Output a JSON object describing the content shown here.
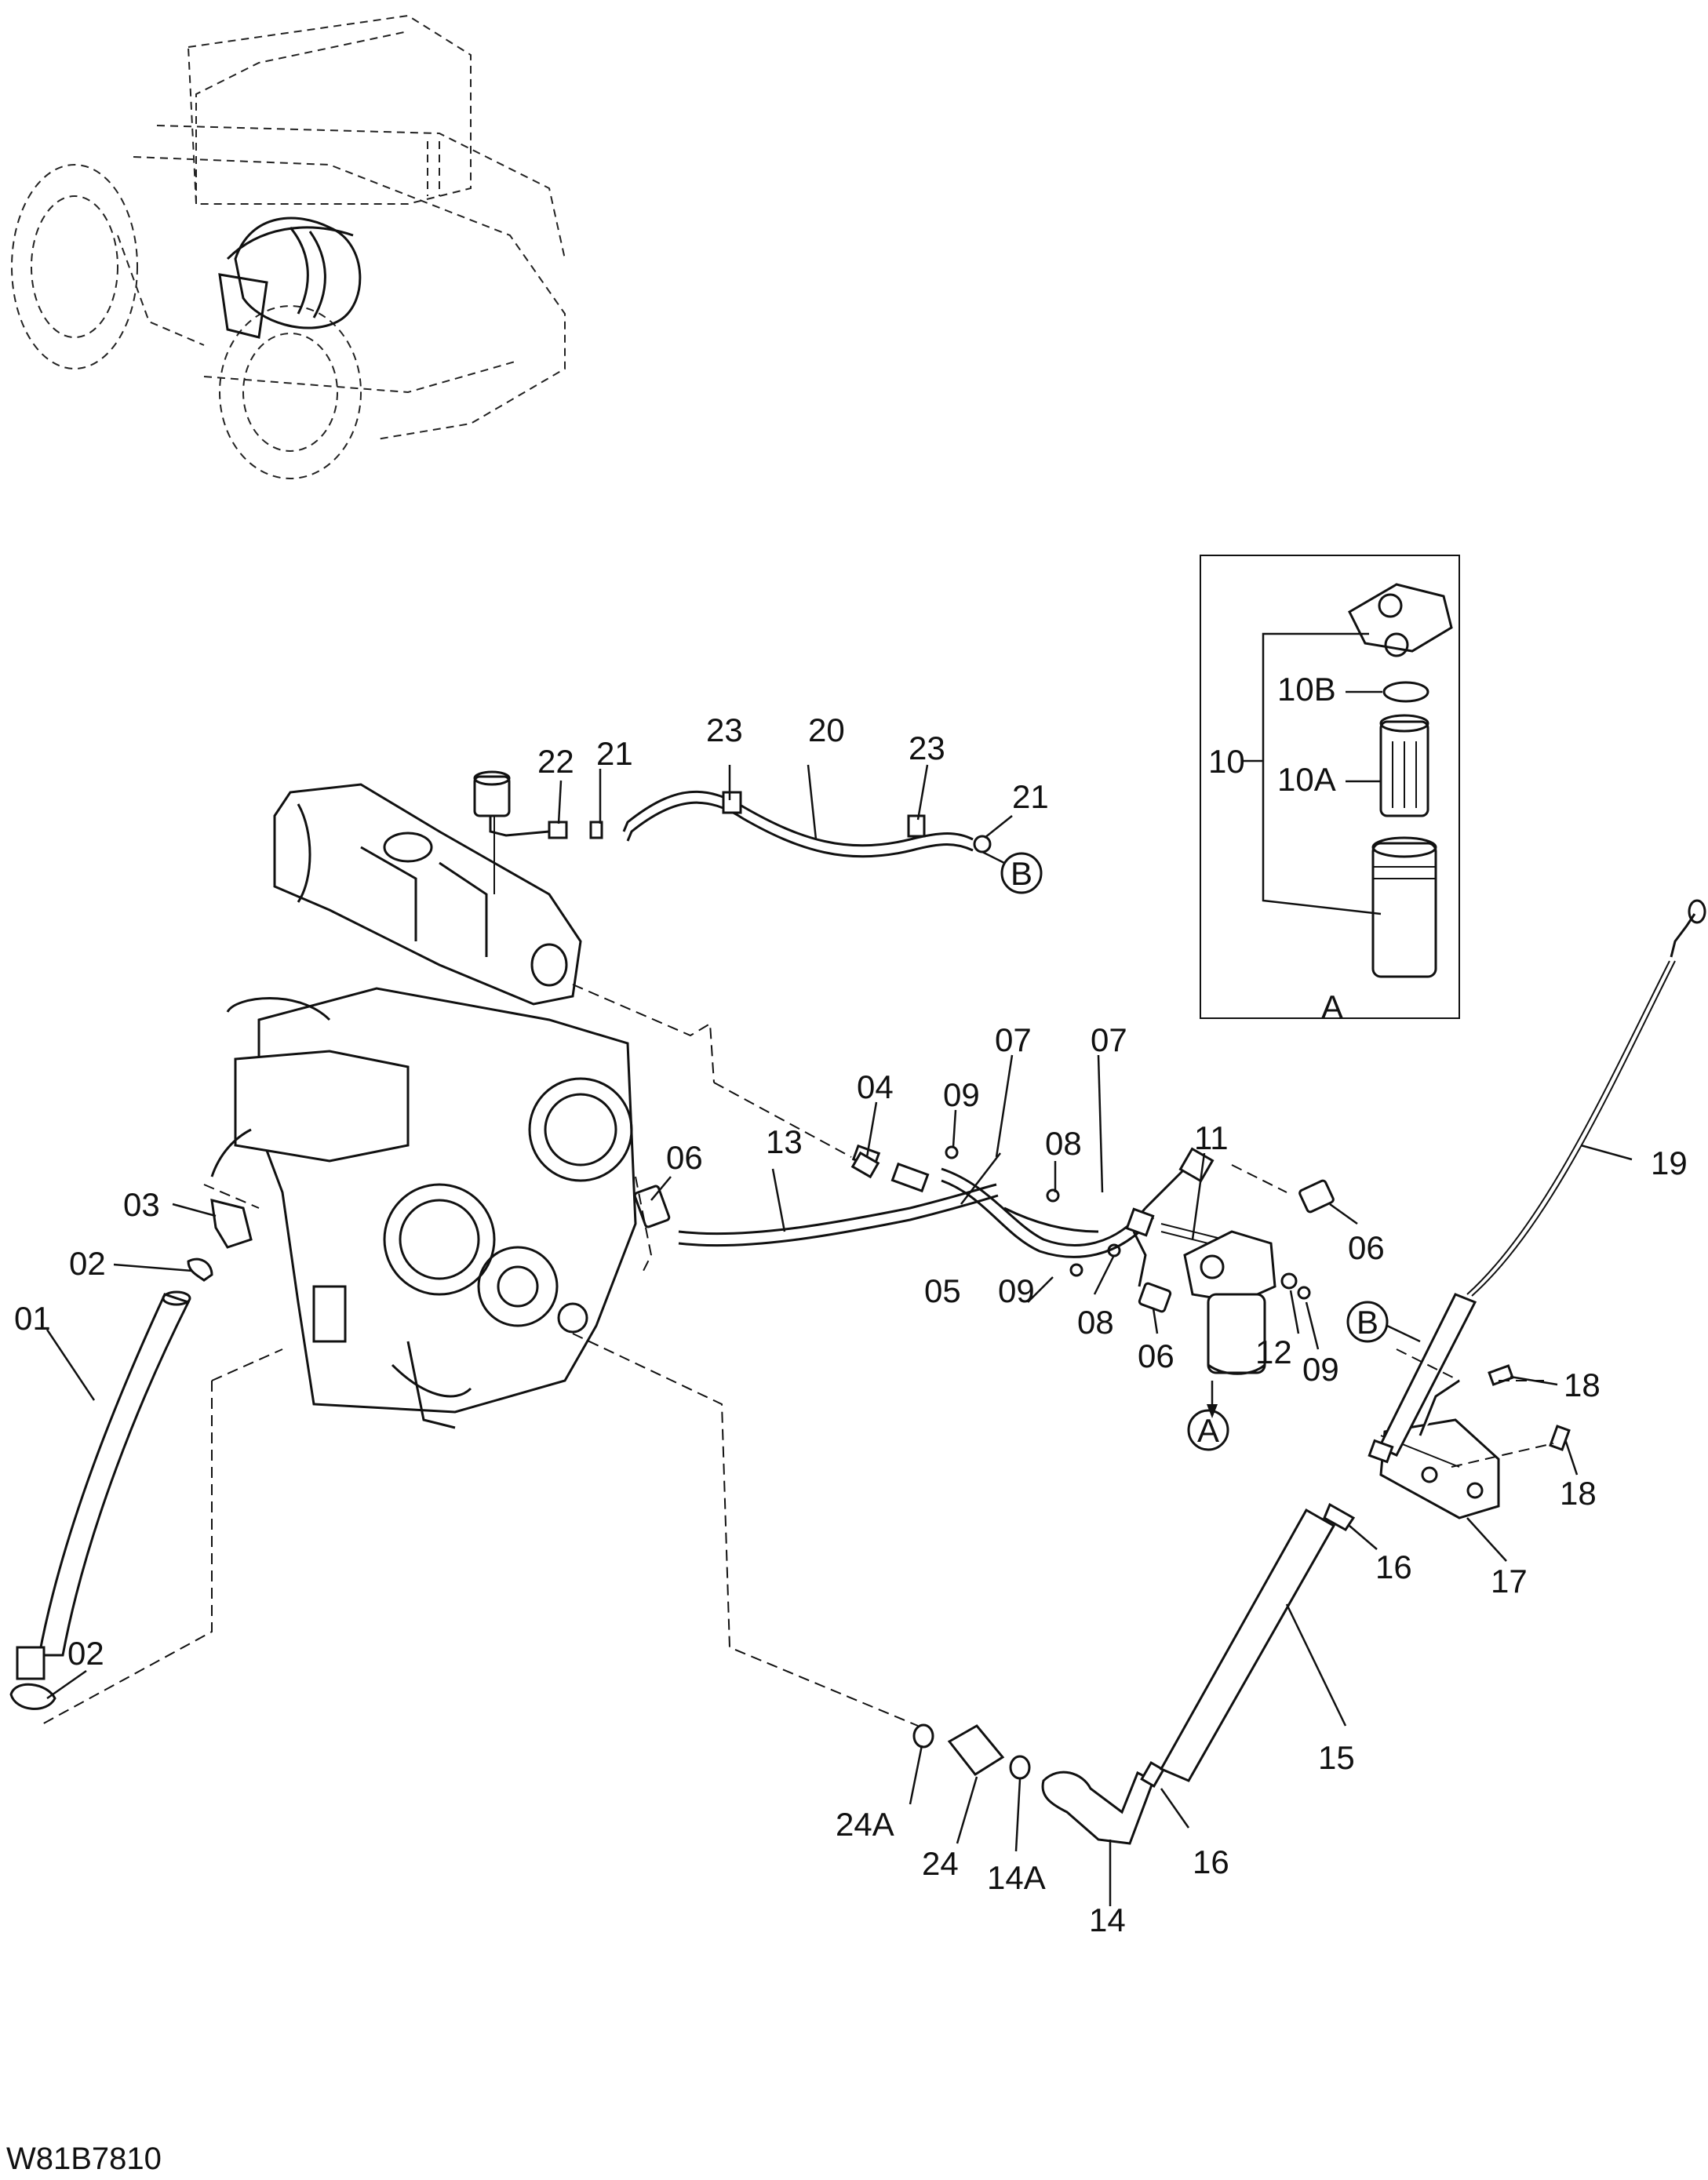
{
  "drawing_code": "W81B7810",
  "detail_box": {
    "caption": "A"
  },
  "callouts": {
    "c01": "01",
    "c02a": "02",
    "c02b": "02",
    "c03": "03",
    "c04": "04",
    "c05": "05",
    "c06a": "06",
    "c06b": "06",
    "c06c": "06",
    "c07a": "07",
    "c07b": "07",
    "c08a": "08",
    "c08b": "08",
    "c09a": "09",
    "c09b": "09",
    "c09c": "09",
    "c10": "10",
    "c10A": "10A",
    "c10B": "10B",
    "c11": "11",
    "c12": "12",
    "c13": "13",
    "c14": "14",
    "c14A": "14A",
    "c15": "15",
    "c16a": "16",
    "c16b": "16",
    "c17": "17",
    "c18a": "18",
    "c18b": "18",
    "c19": "19",
    "c20": "20",
    "c21a": "21",
    "c21b": "21",
    "c22": "22",
    "c23a": "23",
    "c23b": "23",
    "c24": "24",
    "c24A": "24A"
  },
  "refs": {
    "circleB1": "B",
    "circleB2": "B",
    "circleA": "A"
  }
}
